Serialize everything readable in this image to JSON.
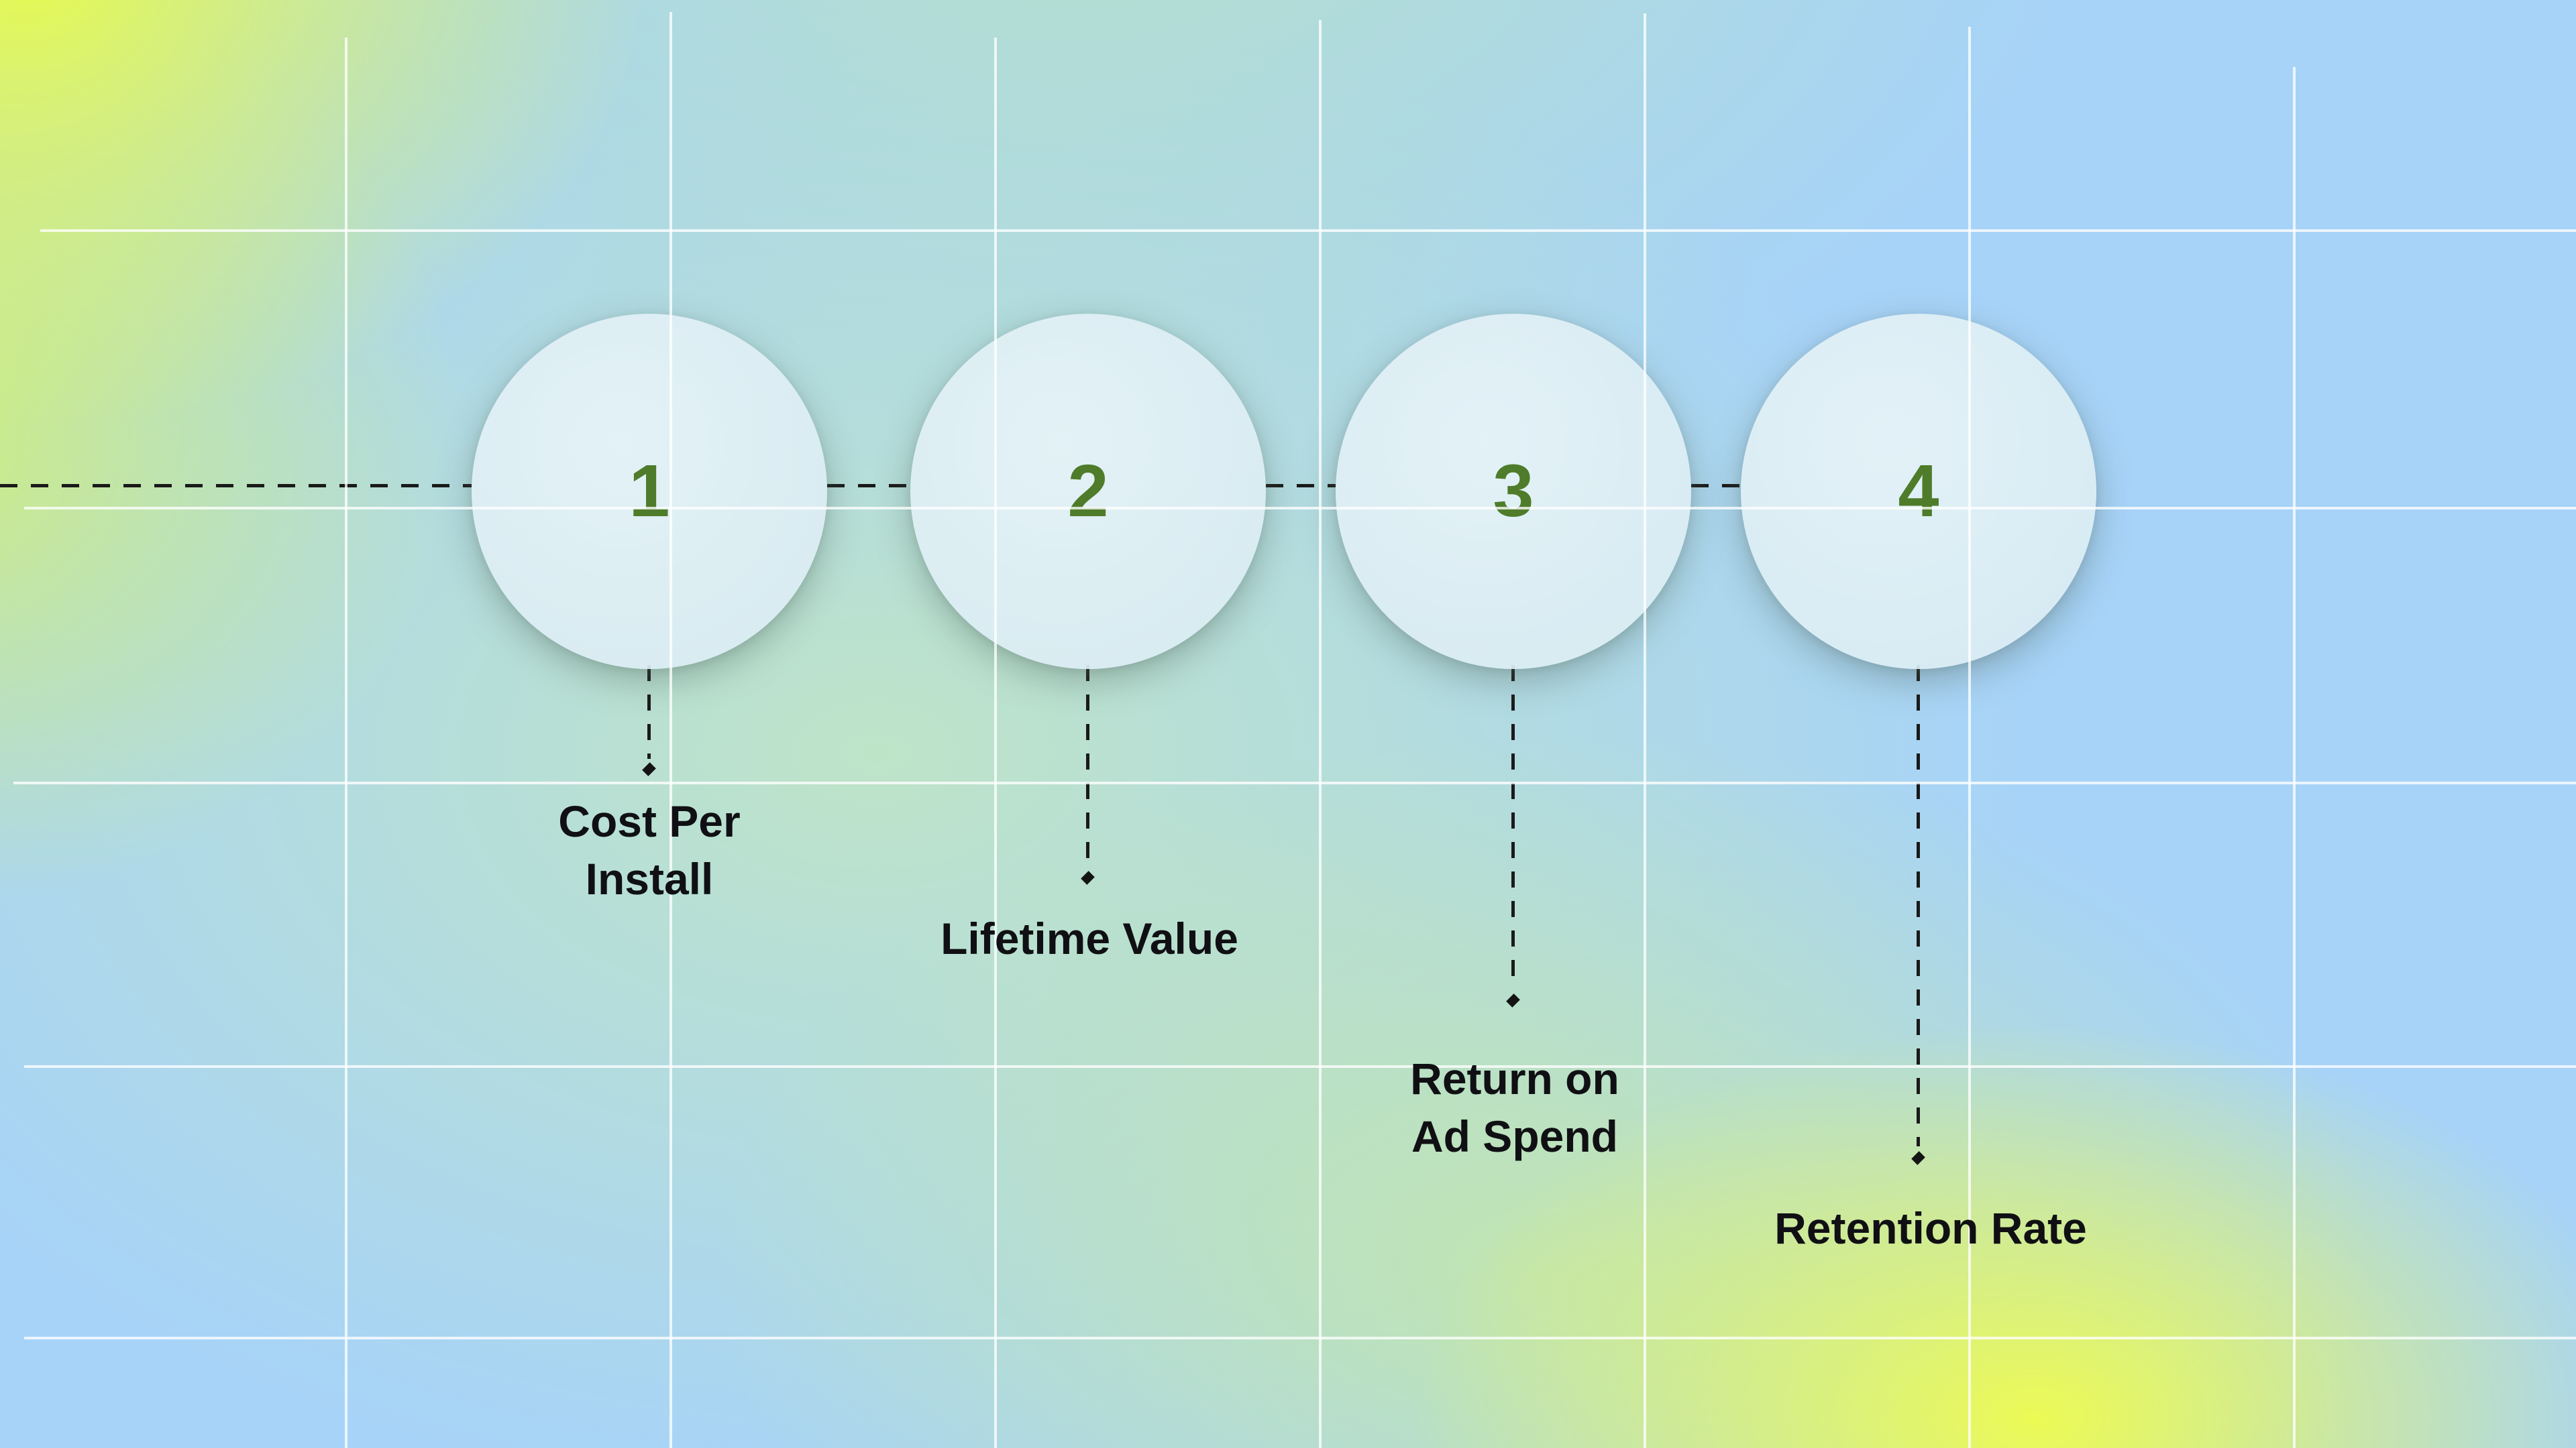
{
  "diagram": {
    "type": "process-steps",
    "steps": [
      {
        "number": "1",
        "label": "Cost Per\nInstall"
      },
      {
        "number": "2",
        "label": "Lifetime Value"
      },
      {
        "number": "3",
        "label": "Return on\nAd Spend"
      },
      {
        "number": "4",
        "label": "Retention Rate"
      }
    ],
    "connector_style": "dashed-line-with-diamond-marker",
    "colors": {
      "step_number": "#4e7c2a",
      "label_text": "#101014",
      "circle_fill": "#daecf2",
      "connector": "#1a1a1a",
      "grid_line": "#ffffff",
      "bg_yellow": "#e7fa4e",
      "bg_green": "#b8e1c6",
      "bg_blue": "#a7d3f8"
    }
  }
}
